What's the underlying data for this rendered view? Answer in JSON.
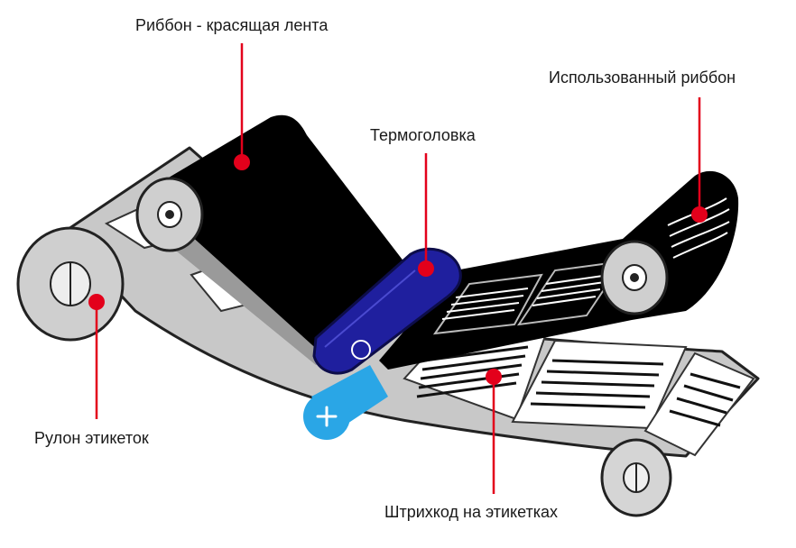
{
  "labels": {
    "ribbon": "Риббон - красящая лента",
    "printhead": "Термоголовка",
    "used_ribbon": "Использованный риббон",
    "label_roll": "Рулон этикеток",
    "barcodes": "Штрихкод на этикетках"
  },
  "colors": {
    "ribbon": "#000000",
    "printhead": "#1f1f9e",
    "liner": "#c4c4c4",
    "label": "#ffffff",
    "pointer": "#e3001b",
    "platen": "#2aa6e6"
  },
  "icons": {
    "platen_roller": "plus-icon",
    "hubs": "slotted-hub-icon"
  }
}
